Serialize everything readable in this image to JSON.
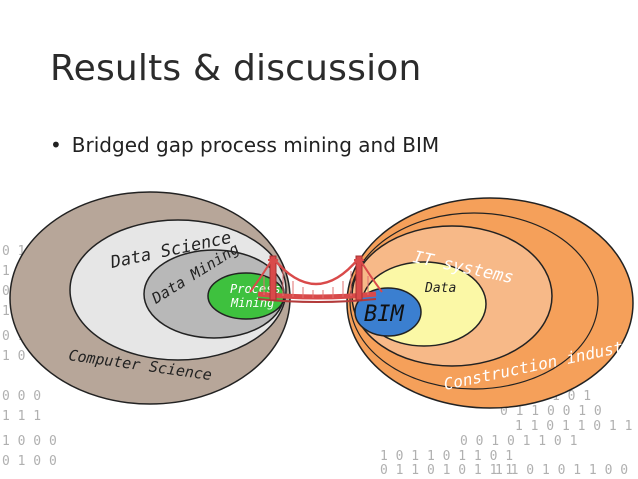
{
  "slide": {
    "title": "Results & discussion",
    "bullet_marker": "•",
    "bullet": "Bridged gap process mining and BIM"
  },
  "left_diagram": {
    "outer": "Computer Science",
    "second": "Data Science",
    "third": "Data Mining",
    "core_line1": "Process",
    "core_line2": "Mining"
  },
  "right_diagram": {
    "outer": "Construction industry",
    "second": "IT systems",
    "third": "Data",
    "core": "BIM"
  },
  "bridge": {
    "icon": "bridge-icon"
  },
  "background": {
    "binary_rows_left": [
      "0 1",
      "1 0",
      "0 0",
      "1 1",
      "0 1",
      "1 0",
      "0 0 0",
      "1 1 1",
      "1 0 0 0",
      "0 1 0 0"
    ],
    "binary_rows_right": [
      "1 0 0 1 0 1",
      "0 1 1 0 0 1 0",
      "1 1 0 1 1 0 1 1",
      "0 0 1 0 1 1 0 1",
      "1 0 1 1 0 1 1 0 1",
      "0 1 1 0 1 0 1 1 1",
      "1 1 0 1 0 1 1 0 0"
    ]
  },
  "colors": {
    "left_outer": "#b7a699",
    "left_second": "#e6e6e6",
    "left_third": "#b8b8b8",
    "left_core": "#3ec13e",
    "right_outer": "#f5a05a",
    "right_second": "#f7b988",
    "right_third": "#fbf8a6",
    "right_core": "#3b7fd0",
    "bridge": "#d94a4a"
  }
}
